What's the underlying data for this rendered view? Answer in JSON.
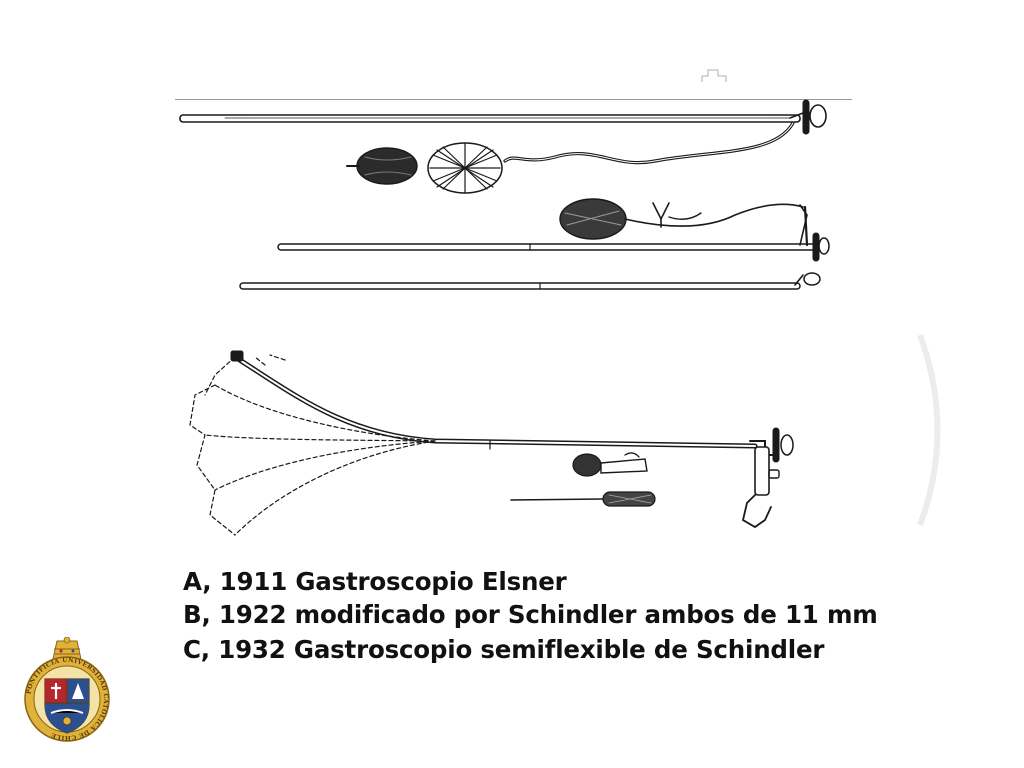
{
  "caption": {
    "line_a": "A, 1911 Gastroscopio Elsner",
    "line_b": "B, 1922 modificado por Schindler ambos de 11 mm",
    "line_c": "C, 1932 Gastroscopio semiflexible de Schindler"
  },
  "logo": {
    "icon": "university-crest-icon",
    "ring_text": "PONTIFICIA UNIVERSIDAD CATÓLICA DE CHILE"
  },
  "illustration": {
    "icon": "gastroscope-drawing-icon"
  },
  "colors": {
    "ink": "#111111",
    "crest_gold": "#e0b23a",
    "crest_blue": "#2c4f8f",
    "crest_red": "#b3262d",
    "rule": "#9a9a9a"
  }
}
